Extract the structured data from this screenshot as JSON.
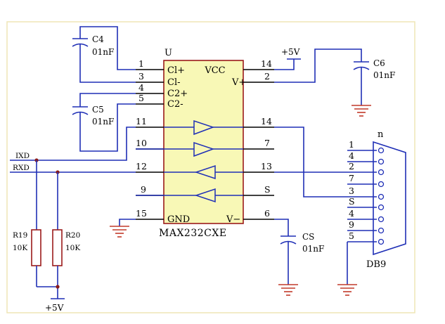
{
  "colors": {
    "wire": "#1f2fb6",
    "chip_fill": "#f8f8b6",
    "chip_border": "#9b1b1b",
    "ground": "#c23a2a",
    "junction": "#8a1b1b",
    "frame": "#efe6b6"
  },
  "ic": {
    "designator": "U",
    "part": "MAX232CXE",
    "left_pins": [
      {
        "num": "1",
        "name": "Cl+"
      },
      {
        "num": "3",
        "name": "Cl-"
      },
      {
        "num": "4",
        "name": "C2+"
      },
      {
        "num": "5",
        "name": "C2-"
      },
      {
        "num": "11",
        "name": ""
      },
      {
        "num": "10",
        "name": ""
      },
      {
        "num": "12",
        "name": ""
      },
      {
        "num": "9",
        "name": ""
      },
      {
        "num": "15",
        "name": "GND"
      }
    ],
    "right_pins": [
      {
        "num": "14",
        "name": "VCC"
      },
      {
        "num": "2",
        "name": "V+"
      },
      {
        "num": "14",
        "name": ""
      },
      {
        "num": "7",
        "name": ""
      },
      {
        "num": "13",
        "name": ""
      },
      {
        "num": "S",
        "name": ""
      },
      {
        "num": "6",
        "name": "V−"
      }
    ]
  },
  "power": {
    "vcc": "+5V",
    "pullup": "+5V"
  },
  "capacitors": [
    {
      "ref": "C4",
      "value": "01nF"
    },
    {
      "ref": "C5",
      "value": "01nF"
    },
    {
      "ref": "C6",
      "value": "01nF"
    },
    {
      "ref": "CS",
      "value": "01nF"
    }
  ],
  "resistors": [
    {
      "ref": "R19",
      "value": "10K"
    },
    {
      "ref": "R20",
      "value": "10K"
    }
  ],
  "nets": {
    "txd": "IXD",
    "rxd": "RXD"
  },
  "connector": {
    "ref": "DB9",
    "top_label": "n",
    "pins": [
      "1",
      "4",
      "2",
      "7",
      "3",
      "S",
      "4",
      "9",
      "5"
    ]
  }
}
